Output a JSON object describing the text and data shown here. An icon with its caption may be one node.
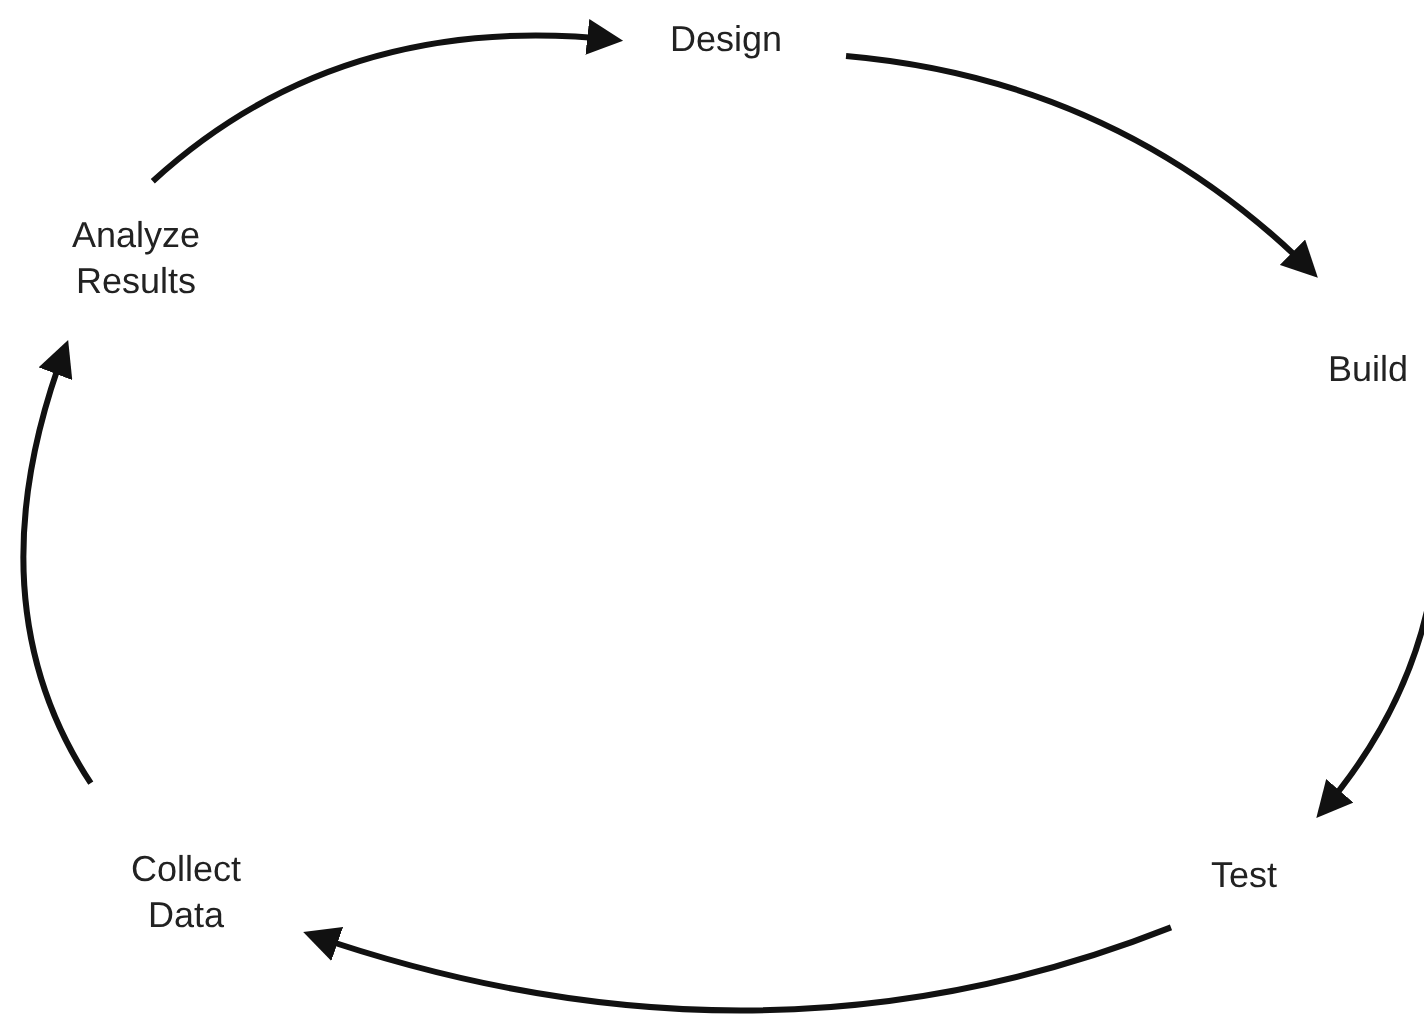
{
  "diagram": {
    "nodes": [
      {
        "text": [
          "Design"
        ]
      },
      {
        "text": [
          "Build"
        ]
      },
      {
        "text": [
          "Test"
        ]
      },
      {
        "text": [
          "Collect Data"
        ]
      },
      {
        "text": [
          "Analyze Results"
        ]
      }
    ],
    "edges": [
      {
        "from": 0,
        "to": 1,
        "arrow": "to"
      },
      {
        "from": 1,
        "to": 2,
        "arrow": "to"
      },
      {
        "from": 2,
        "to": 3,
        "arrow": "to"
      },
      {
        "from": 3,
        "to": 4,
        "arrow": "to"
      },
      {
        "from": 4,
        "to": 0,
        "arrow": "to"
      }
    ]
  }
}
